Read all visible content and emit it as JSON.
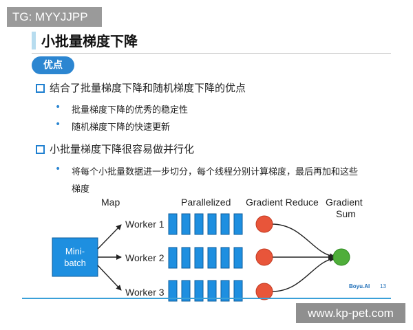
{
  "tag_overlay": "TG: MYYJJPP",
  "slide": {
    "title": "小批量梯度下降",
    "badge": "优点",
    "point1": "结合了批量梯度下降和随机梯度下降的优点",
    "point1_sub": [
      "批量梯度下降的优秀的稳定性",
      "随机梯度下降的快速更新"
    ],
    "point2": "小批量梯度下降很容易做并行化",
    "point2_sub_line1": "将每个小批量数据进一步切分，每个线程分别计算梯度，最后再加和这些",
    "point2_sub_line2": "梯度"
  },
  "diagram": {
    "header_map": "Map",
    "header_parallelized": "Parallelized",
    "header_reduce": "Gradient Reduce",
    "header_sum_line1": "Gradient",
    "header_sum_line2": "Sum",
    "minibatch_line1": "Mini-",
    "minibatch_line2": "batch",
    "workers": [
      "Worker 1",
      "Worker 2",
      "Worker 3"
    ],
    "colors": {
      "block": "#1e8fe0",
      "block_border": "#0c5c9c",
      "reduce_node": "#e8553a",
      "sum_node": "#4fae3a",
      "accent": "#2c86d1"
    }
  },
  "footer": {
    "brand": "Boyu.AI",
    "page": "13"
  },
  "watermark": "www.kp-pet.com"
}
